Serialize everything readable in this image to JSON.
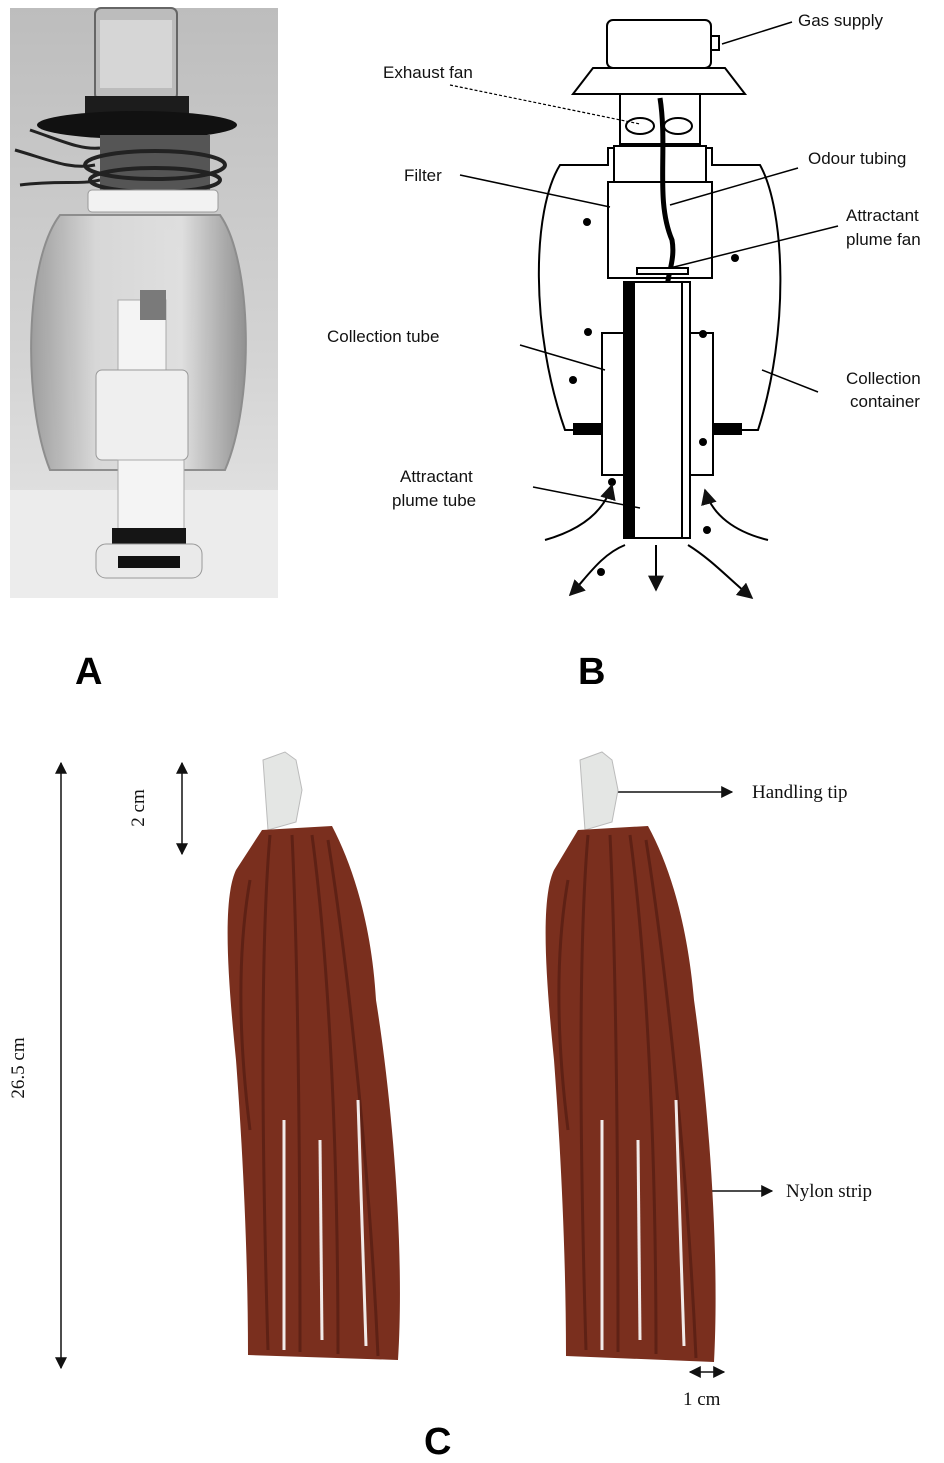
{
  "panels": {
    "a": {
      "letter": "A"
    },
    "b": {
      "letter": "B",
      "labels": {
        "gas_supply": "Gas supply",
        "exhaust_fan": "Exhaust fan",
        "odour_tubing": "Odour tubing",
        "filter": "Filter",
        "attractant_plume_fan_1": "Attractant",
        "attractant_plume_fan_2": "plume fan",
        "collection_tube": "Collection tube",
        "collection_container_1": "Collection",
        "collection_container_2": "container",
        "attractant_plume_tube_1": "Attractant",
        "attractant_plume_tube_2": "plume tube"
      }
    },
    "c": {
      "letter": "C",
      "labels": {
        "handling_tip": "Handling tip",
        "nylon_strip": "Nylon strip",
        "length_total": "26.5 cm",
        "length_tip": "2 cm",
        "width_strip": "1 cm"
      }
    }
  },
  "colors": {
    "nylon": "#7a2f1e",
    "nylon_dark": "#5e2115",
    "tip": "#e4e6e4",
    "photo_bg": "#c9c9c9"
  }
}
